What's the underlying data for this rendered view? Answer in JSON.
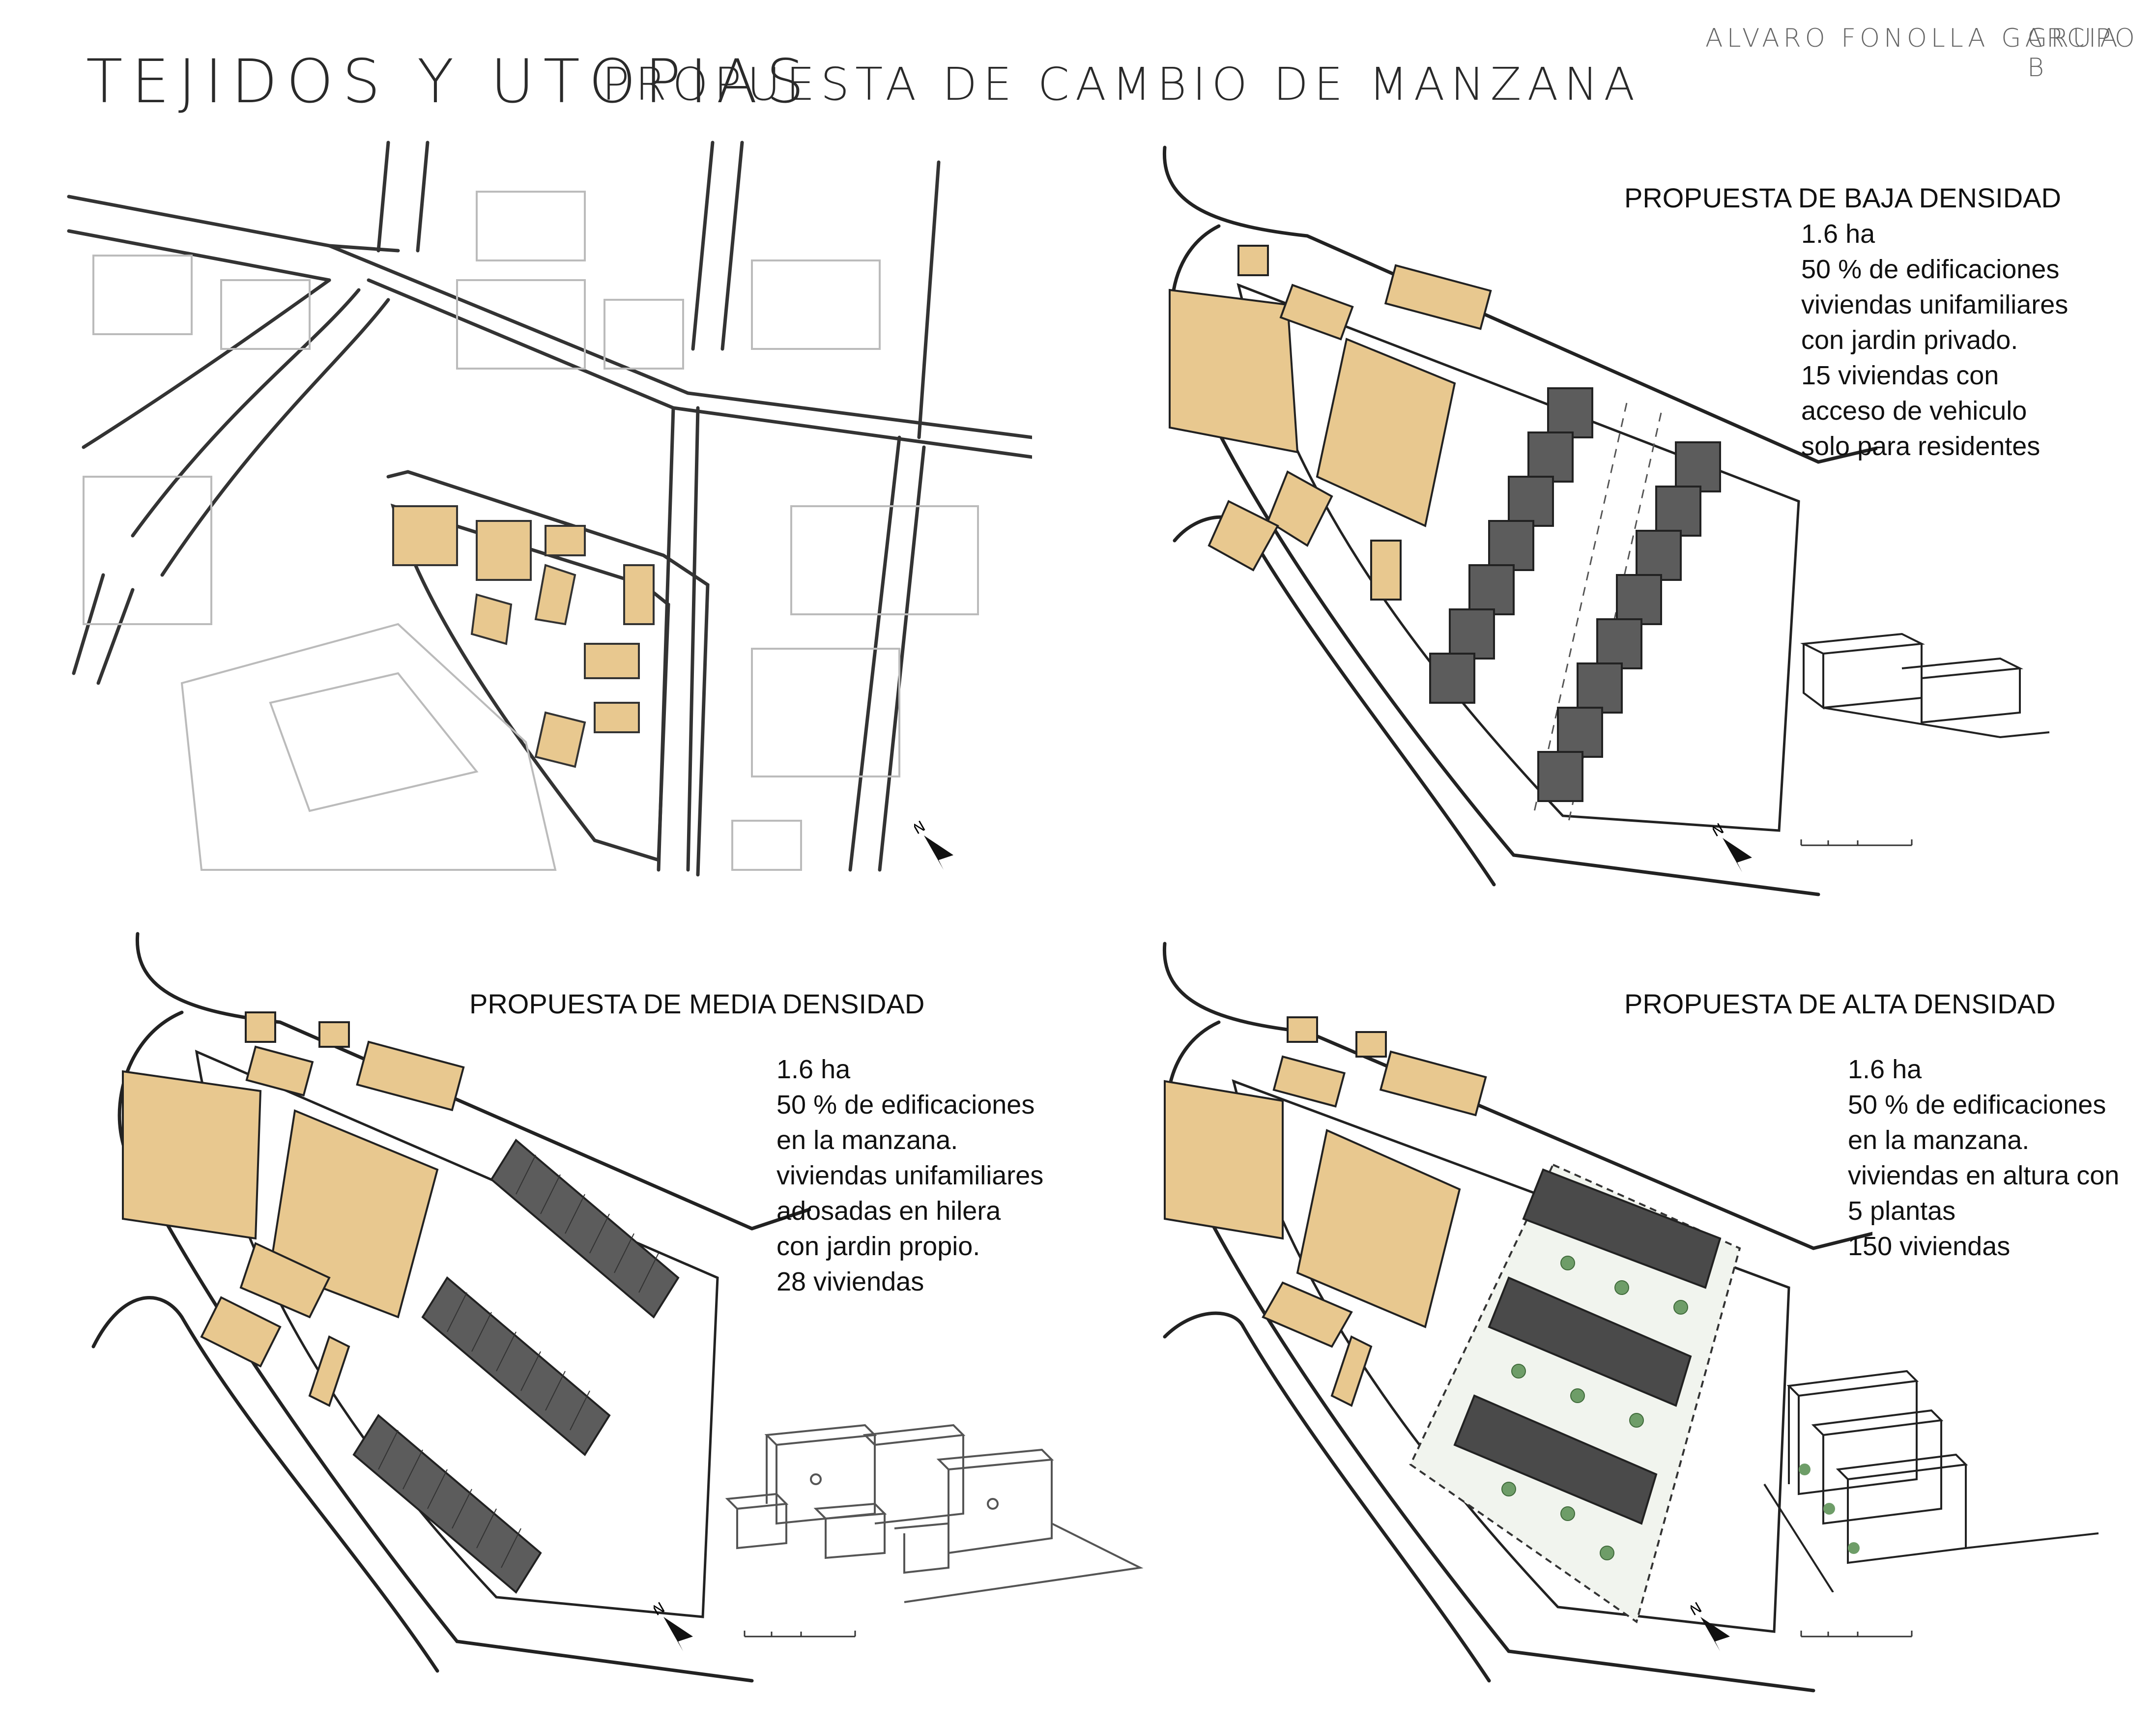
{
  "header": {
    "title": "TEJIDOS Y UTOPIAS",
    "subtitle": "PROPUESTA DE CAMBIO DE MANZANA",
    "author": "ALVARO FONOLLA GARCIA",
    "group": "GRUPO B"
  },
  "colors": {
    "existing_building": "#e8c88f",
    "proposed_building": "#555555",
    "green": "#6e9d68",
    "line": "#222222"
  },
  "panels": {
    "baja": {
      "title": "PROPUESTA DE BAJA DENSIDAD",
      "lines": [
        "1.6 ha",
        "50 % de edificaciones",
        "viviendas unifamiliares",
        "con jardin privado.",
        "15 viviendas  con",
        "acceso de vehiculo",
        "solo para residentes"
      ]
    },
    "media": {
      "title": "PROPUESTA DE  MEDIA DENSIDAD",
      "lines": [
        "1.6 ha",
        "50 % de edificaciones",
        "en la manzana.",
        "viviendas unifamiliares",
        "adosadas en hilera",
        "con jardin propio.",
        "28 viviendas"
      ]
    },
    "alta": {
      "title": "PROPUESTA DE ALTA  DENSIDAD",
      "lines": [
        "1.6 ha",
        "50 % de edificaciones",
        "en la manzana.",
        "viviendas en altura con",
        "5 plantas",
        "150 viviendas"
      ]
    }
  },
  "icons": {
    "north": "north-arrow-icon",
    "scale": "scale-bar-icon"
  }
}
